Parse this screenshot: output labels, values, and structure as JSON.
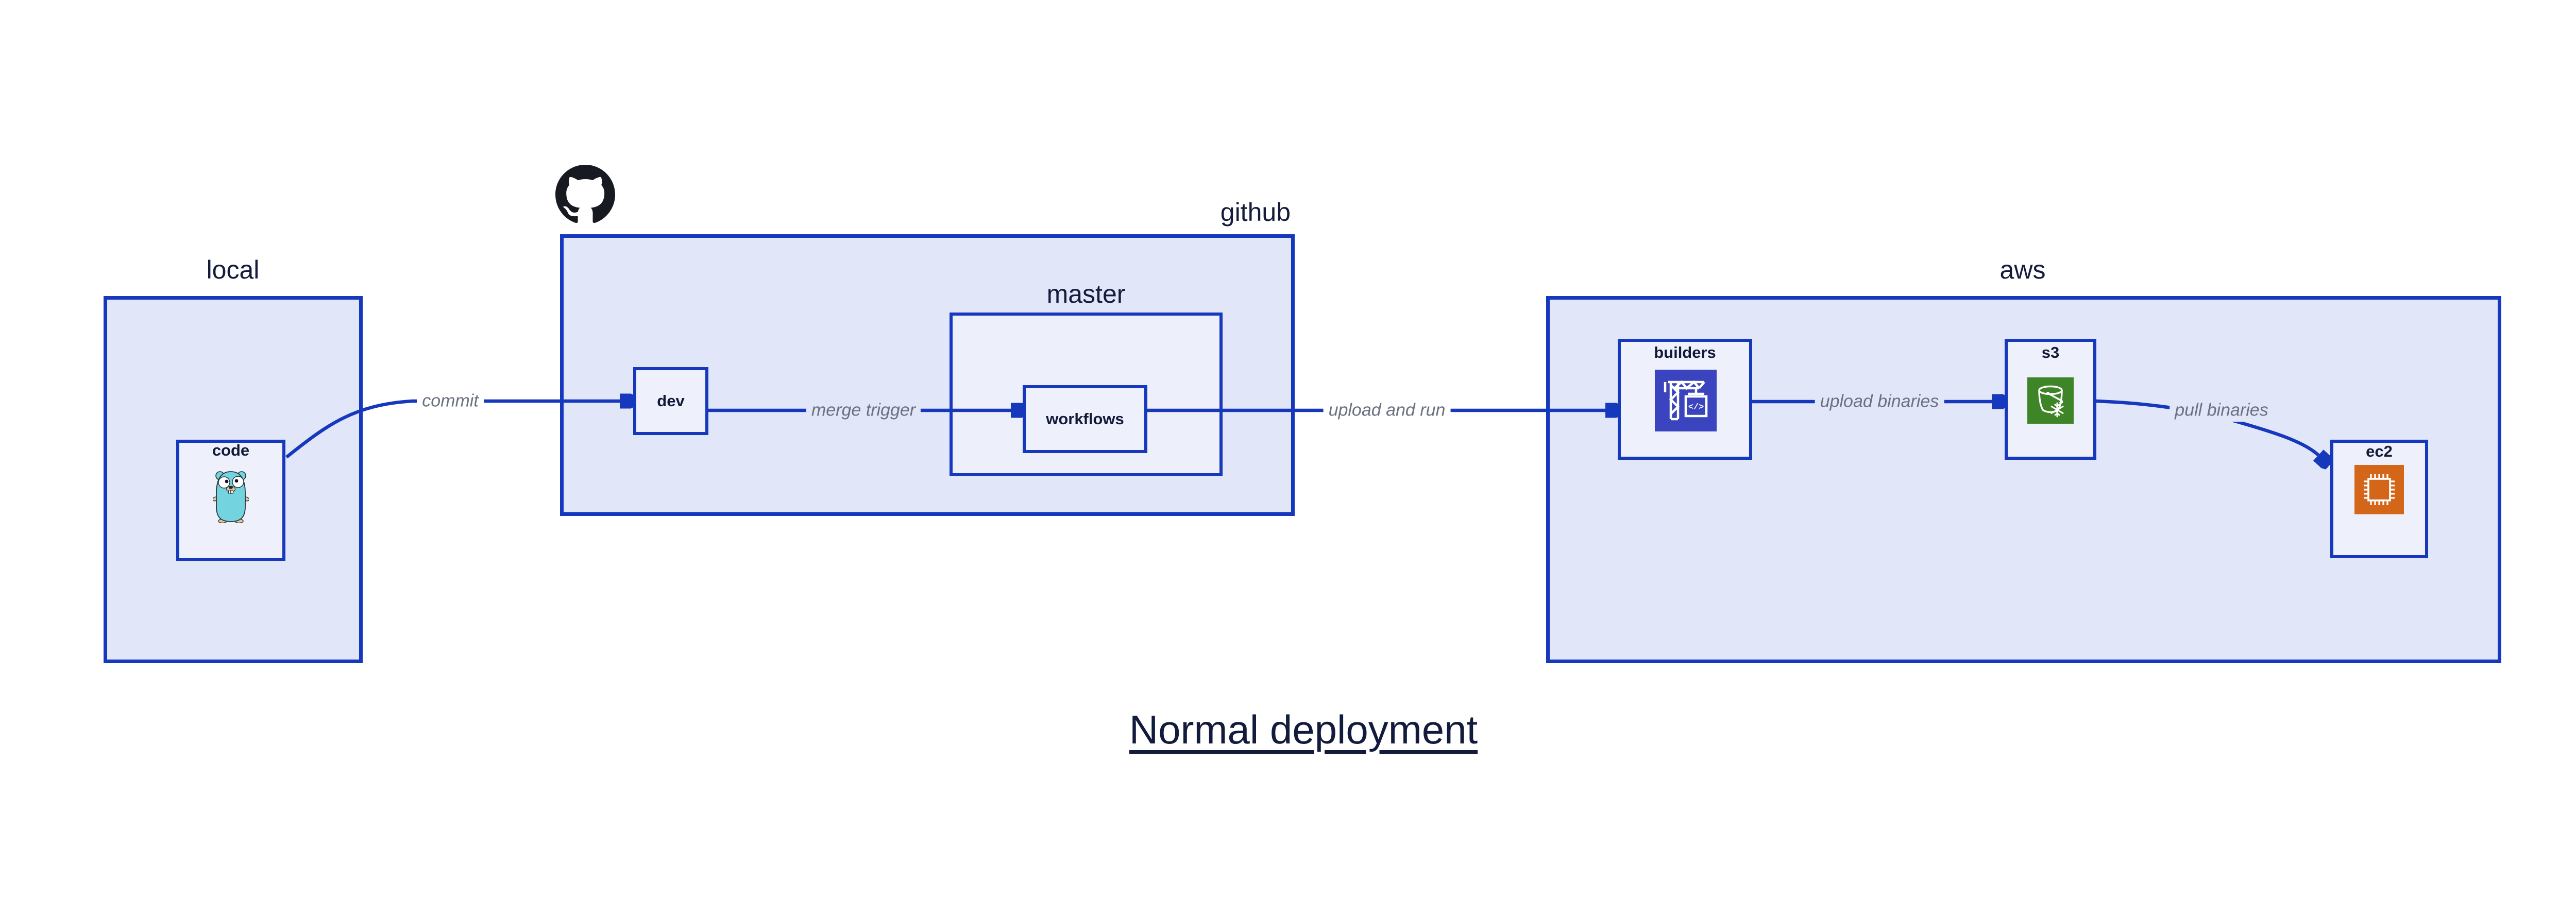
{
  "diagram_title": "Normal deployment",
  "containers": {
    "local": {
      "label": "local"
    },
    "github": {
      "label": "github"
    },
    "master": {
      "label": "master"
    },
    "aws": {
      "label": "aws"
    }
  },
  "nodes": {
    "code": {
      "label": "code",
      "icon": "go-gopher-icon"
    },
    "dev": {
      "label": "dev"
    },
    "workflows": {
      "label": "workflows"
    },
    "builders": {
      "label": "builders",
      "icon": "aws-codebuild-icon",
      "icon_glyph": "</>"
    },
    "s3": {
      "label": "s3",
      "icon": "aws-s3-glacier-icon"
    },
    "ec2": {
      "label": "ec2",
      "icon": "aws-ec2-icon"
    }
  },
  "edges": [
    {
      "from": "code",
      "to": "dev",
      "label": "commit"
    },
    {
      "from": "dev",
      "to": "workflows",
      "label": "merge trigger"
    },
    {
      "from": "workflows",
      "to": "builders",
      "label": "upload and run"
    },
    {
      "from": "builders",
      "to": "s3",
      "label": "upload binaries"
    },
    {
      "from": "s3",
      "to": "ec2",
      "label": "pull binaries"
    }
  ],
  "colors": {
    "border_and_arrow_blue": "#1638bd",
    "container_fill": "#e1e6f9",
    "master_fill": "#edf0fb",
    "node_fill": "#eef1fc",
    "text_navy": "#141b3d",
    "edge_label_gray": "#6b7180",
    "codebuild_indigo": "#3b44bf",
    "s3_glacier_green": "#3e8527",
    "ec2_orange": "#d4661a",
    "gopher_teal": "#73d4df",
    "github_black": "#171a21",
    "page_background": "#ffffff"
  }
}
